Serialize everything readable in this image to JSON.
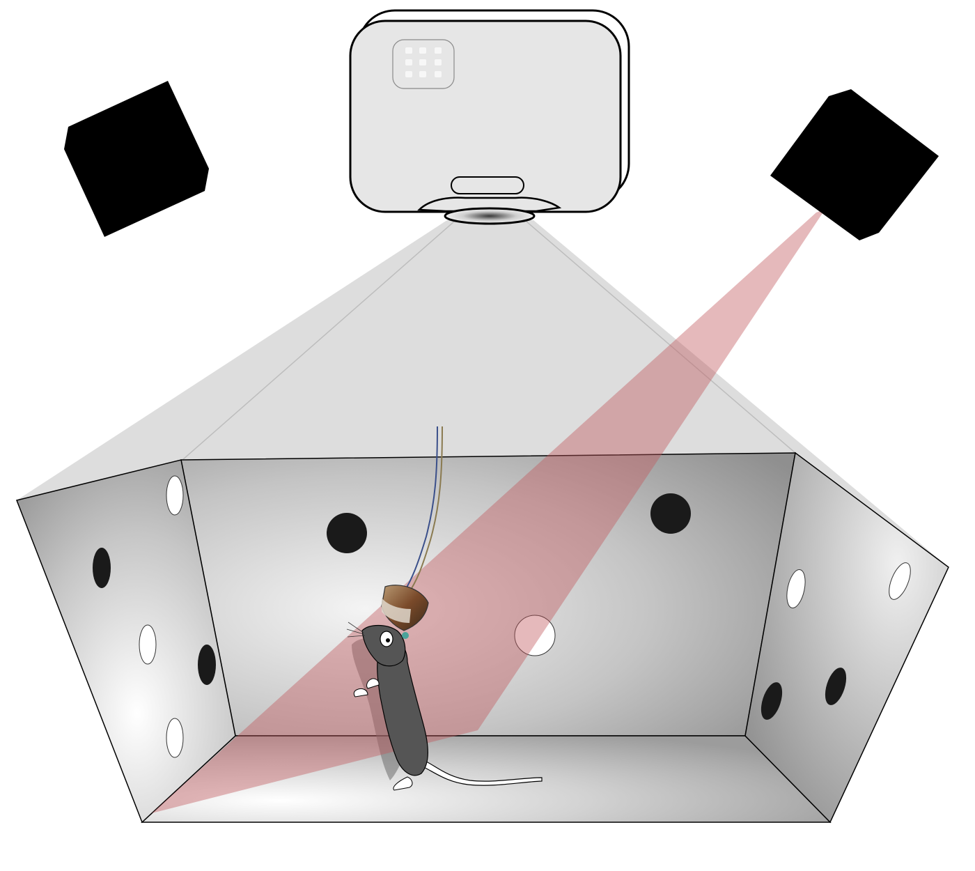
{
  "figure": {
    "components": [
      {
        "id": "overhead-camera",
        "icon": "camera-icon"
      },
      {
        "id": "left-cube",
        "icon": "cube-icon"
      },
      {
        "id": "right-cube",
        "icon": "cube-icon"
      },
      {
        "id": "light-beam",
        "icon": "beam-icon"
      },
      {
        "id": "arena",
        "icon": "box-icon"
      },
      {
        "id": "mouse",
        "icon": "mouse-icon"
      },
      {
        "id": "headstage",
        "icon": "chip-icon"
      },
      {
        "id": "tether",
        "icon": "cable-icon"
      }
    ],
    "colors": {
      "beam": "#c0585c",
      "camera_body": "#e6e6e6",
      "camera_field_of_view": "#d9d9d9",
      "mouse": "#555555",
      "wall_dot_dark": "#1a1a1a",
      "wall_dot_light": "#ffffff",
      "cube": "#000000",
      "tether_a": "#3a4f8a",
      "tether_b": "#8a7a50"
    }
  }
}
